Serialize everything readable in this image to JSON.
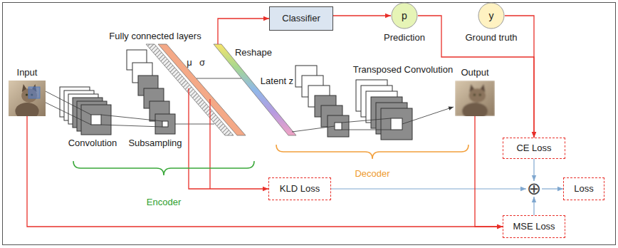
{
  "diagram": {
    "nodes": [
      {
        "text": [
          "Input"
        ]
      },
      {
        "text": [
          "Classifier"
        ]
      },
      {
        "text": [
          "p",
          "Prediction"
        ]
      },
      {
        "text": [
          "y",
          "Ground truth"
        ]
      },
      {
        "text": [
          "Output"
        ]
      },
      {
        "text": [
          "CE Loss"
        ]
      },
      {
        "text": [
          "KLD Loss"
        ]
      },
      {
        "text": [
          "⊕"
        ]
      },
      {
        "text": [
          "Loss"
        ]
      },
      {
        "text": [
          "MSE Loss"
        ]
      }
    ],
    "edges": [
      {
        "from": 1,
        "to": 2,
        "arrow": "to"
      },
      {
        "from": 2,
        "to": 5,
        "arrow": "to"
      },
      {
        "from": 3,
        "to": 5,
        "arrow": "to"
      },
      {
        "from": 5,
        "to": 7,
        "arrow": "to"
      },
      {
        "from": 6,
        "to": 7,
        "arrow": "to"
      },
      {
        "from": 9,
        "to": 7,
        "arrow": "to"
      },
      {
        "from": 7,
        "to": 8,
        "arrow": "to"
      },
      {
        "from": 0,
        "to": 9,
        "arrow": "to"
      },
      {
        "from": 4,
        "to": 9,
        "arrow": "to"
      }
    ],
    "labels": [
      "Fully connected layers",
      "μ",
      "σ",
      "Reshape",
      "Latent z",
      "Convolution",
      "Subsampling",
      "Transposed Convolution",
      "Encoder",
      "Decoder"
    ]
  }
}
